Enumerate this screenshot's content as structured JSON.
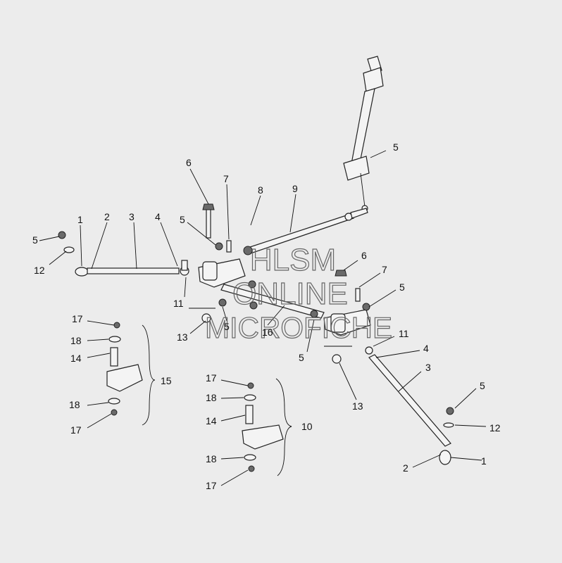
{
  "watermark": {
    "line1": "HLSM",
    "line2": "ONLINE",
    "line3": "MICROFICHE"
  },
  "callouts": [
    {
      "id": "c1a",
      "text": "1"
    },
    {
      "id": "c2a",
      "text": "2"
    },
    {
      "id": "c3a",
      "text": "3"
    },
    {
      "id": "c4a",
      "text": "4"
    },
    {
      "id": "c5a",
      "text": "5"
    },
    {
      "id": "c12a",
      "text": "12"
    },
    {
      "id": "c5b",
      "text": "5"
    },
    {
      "id": "c6a",
      "text": "6"
    },
    {
      "id": "c7a",
      "text": "7"
    },
    {
      "id": "c8",
      "text": "8"
    },
    {
      "id": "c9",
      "text": "9"
    },
    {
      "id": "c5c",
      "text": "5"
    },
    {
      "id": "c11a",
      "text": "11"
    },
    {
      "id": "c13a",
      "text": "13"
    },
    {
      "id": "c5d",
      "text": "5"
    },
    {
      "id": "c16",
      "text": "16"
    },
    {
      "id": "c6b",
      "text": "6"
    },
    {
      "id": "c7b",
      "text": "7"
    },
    {
      "id": "c5e",
      "text": "5"
    },
    {
      "id": "c11b",
      "text": "11"
    },
    {
      "id": "c4b",
      "text": "4"
    },
    {
      "id": "c3b",
      "text": "3"
    },
    {
      "id": "c5f",
      "text": "5"
    },
    {
      "id": "c13b",
      "text": "13"
    },
    {
      "id": "c5g",
      "text": "5"
    },
    {
      "id": "c12b",
      "text": "12"
    },
    {
      "id": "c1b",
      "text": "1"
    },
    {
      "id": "c2b",
      "text": "2"
    },
    {
      "id": "c17a",
      "text": "17"
    },
    {
      "id": "c18a",
      "text": "18"
    },
    {
      "id": "c14a",
      "text": "14"
    },
    {
      "id": "c15",
      "text": "15"
    },
    {
      "id": "c18b",
      "text": "18"
    },
    {
      "id": "c17b",
      "text": "17"
    },
    {
      "id": "c17c",
      "text": "17"
    },
    {
      "id": "c18c",
      "text": "18"
    },
    {
      "id": "c14b",
      "text": "14"
    },
    {
      "id": "c10",
      "text": "10"
    },
    {
      "id": "c18d",
      "text": "18"
    },
    {
      "id": "c17d",
      "text": "17"
    }
  ]
}
